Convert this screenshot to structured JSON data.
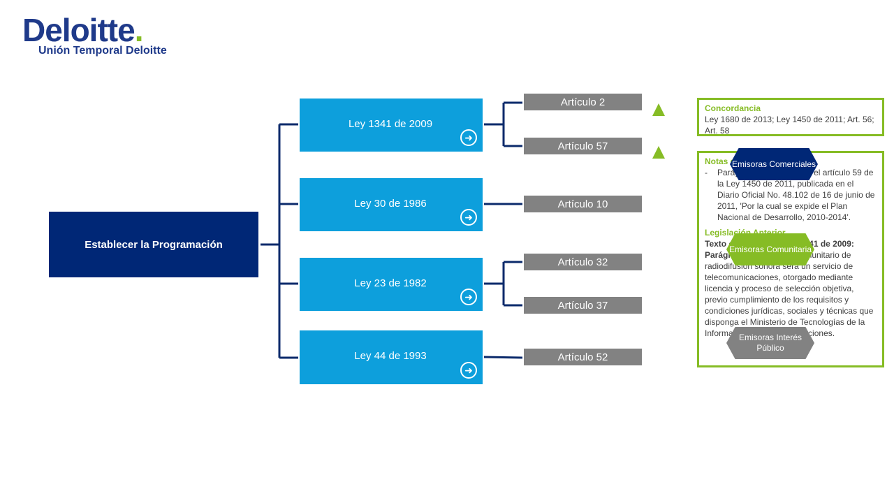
{
  "logo": {
    "word": "Deloitte",
    "dot": ".",
    "subtitle": "Unión Temporal Deloitte"
  },
  "root": "Establecer la Programación",
  "leyes": [
    {
      "label": "Ley 1341 de 2009"
    },
    {
      "label": "Ley 30 de 1986"
    },
    {
      "label": "Ley 23 de 1982"
    },
    {
      "label": "Ley 44 de 1993"
    }
  ],
  "articulos": [
    "Artículo 2",
    "Artículo 57",
    "Artículo 10",
    "Artículo 32",
    "Artículo 37",
    "Artículo 52"
  ],
  "concordancia": {
    "title": "Concordancia",
    "text": "Ley 1680 de 2013;  Ley 1450 de 2011; Art. 56; Art. 58"
  },
  "notas": {
    "title": "Notas del Editor",
    "dash": "-",
    "item": "Parágrafo adicionado por el artículo 59 de la Ley 1450 de 2011, publicada en el Diario Oficial No. 48.102 de 16 de junio de 2011, 'Por la cual se expide el Plan Nacional de Desarrollo, 2010-2014'.",
    "leg_title": "Legislación Anterior",
    "texto_bold": "Texto original de la Ley 1341 de 2009:",
    "paragrafo_bold": "Parágrafo 2",
    "paragrafo_text": ". El servicio comunitario de radiodifusión sonora será un servicio de telecomunicaciones, otorgado mediante licencia y proceso de selección objetiva, previo cumplimiento de los requisitos y condiciones jurídicas, sociales y técnicas que disponga el Ministerio de Tecnologías de la Información y las Comunicaciones."
  },
  "pills": [
    {
      "label": "Emisoras Comerciales",
      "color": "#002776"
    },
    {
      "label": "Emisoras Comunitaria",
      "color": "#86bc25"
    },
    {
      "label": "Emisoras Interés Público",
      "color": "#828282"
    }
  ],
  "icons": {
    "arrow": "arrow-circle-right-icon",
    "triangle": "triangle-up-icon"
  },
  "colors": {
    "navy": "#002776",
    "blue": "#0d9fdc",
    "gray": "#828282",
    "green": "#86bc25",
    "line": "#0b2a6b"
  }
}
